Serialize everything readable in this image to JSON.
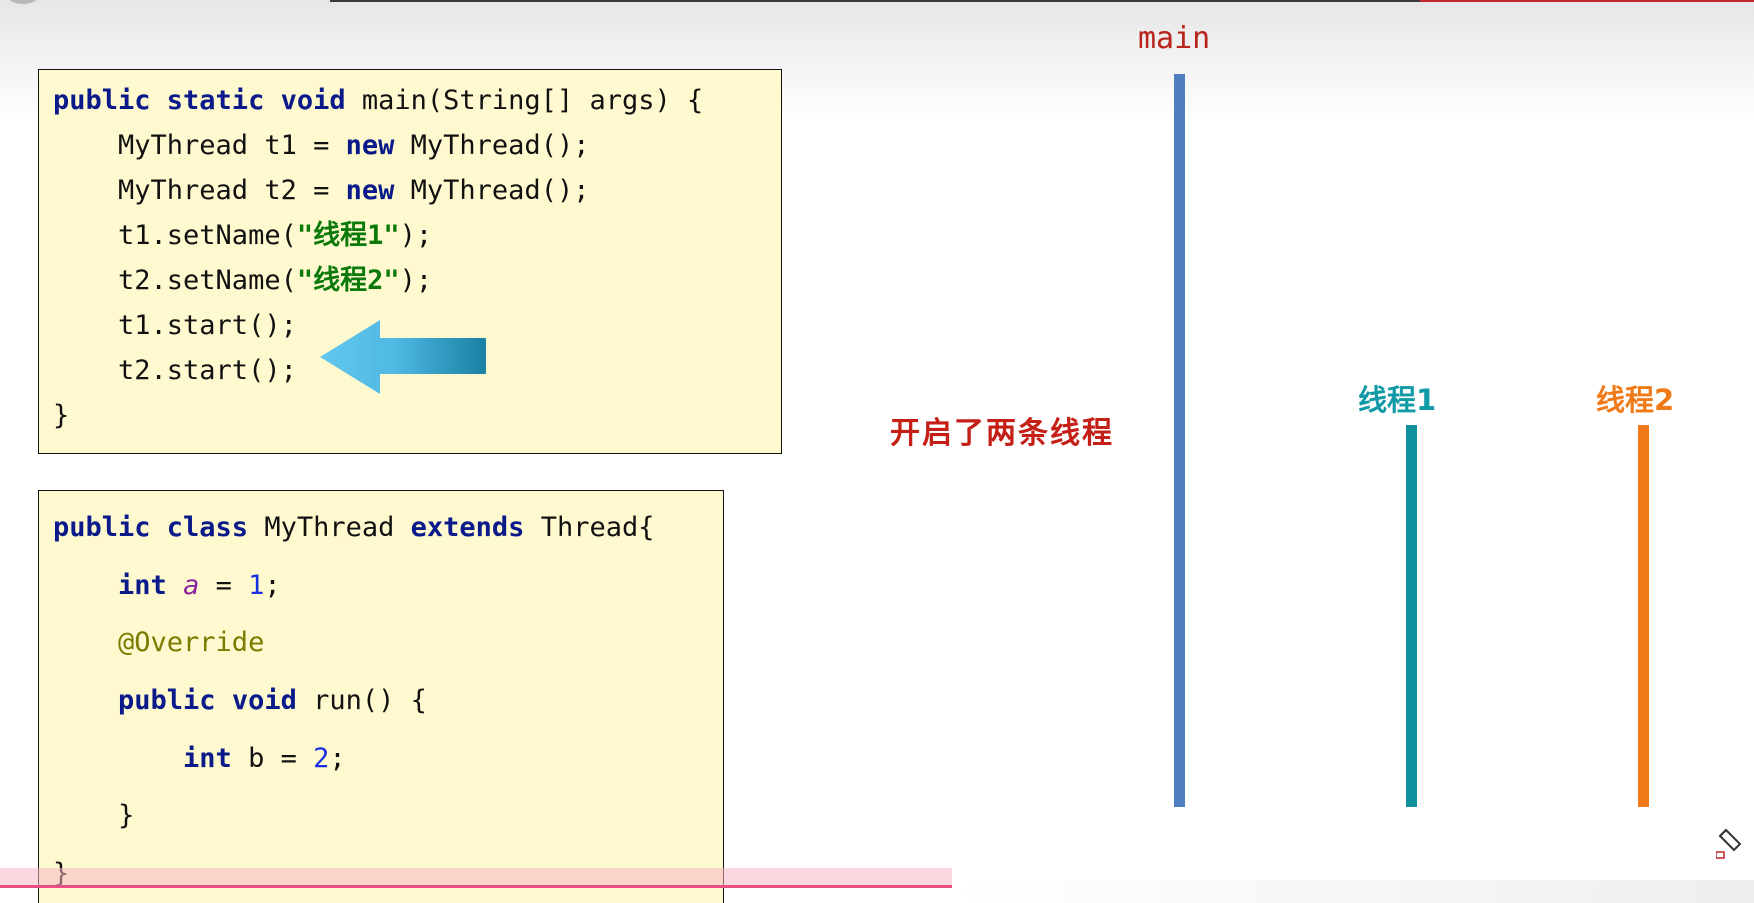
{
  "code_main": {
    "lines": [
      "public static void main(String[] args) {",
      "    MyThread t1 = new MyThread();",
      "    MyThread t2 = new MyThread();",
      "    t1.setName(\"线程1\");",
      "    t2.setName(\"线程2\");",
      "    t1.start();",
      "    t2.start();",
      "}"
    ],
    "t1_name": "\"线程1\"",
    "t2_name": "\"线程2\""
  },
  "code_class": {
    "lines": [
      "public class MyThread extends Thread{",
      "    int a = 1;",
      "    @Override",
      "    public void run() {",
      "        int b = 2;",
      "    }",
      "}"
    ],
    "field_a_value": "1",
    "local_b_value": "2"
  },
  "diagram": {
    "annotation": "开启了两条线程",
    "threads": [
      {
        "label": "main",
        "color": "#4f7fc1"
      },
      {
        "label": "线程1",
        "color": "#0f929d"
      },
      {
        "label": "线程2",
        "color": "#f07a18"
      }
    ]
  },
  "colors": {
    "code_background": "#fef9cf",
    "keyword": "#0b1a8a",
    "string": "#0b7a0b",
    "annotation_text": "#c42018",
    "arrow": "#4fb9e3"
  },
  "icons": [
    "left-arrow-icon",
    "pen-icon"
  ]
}
